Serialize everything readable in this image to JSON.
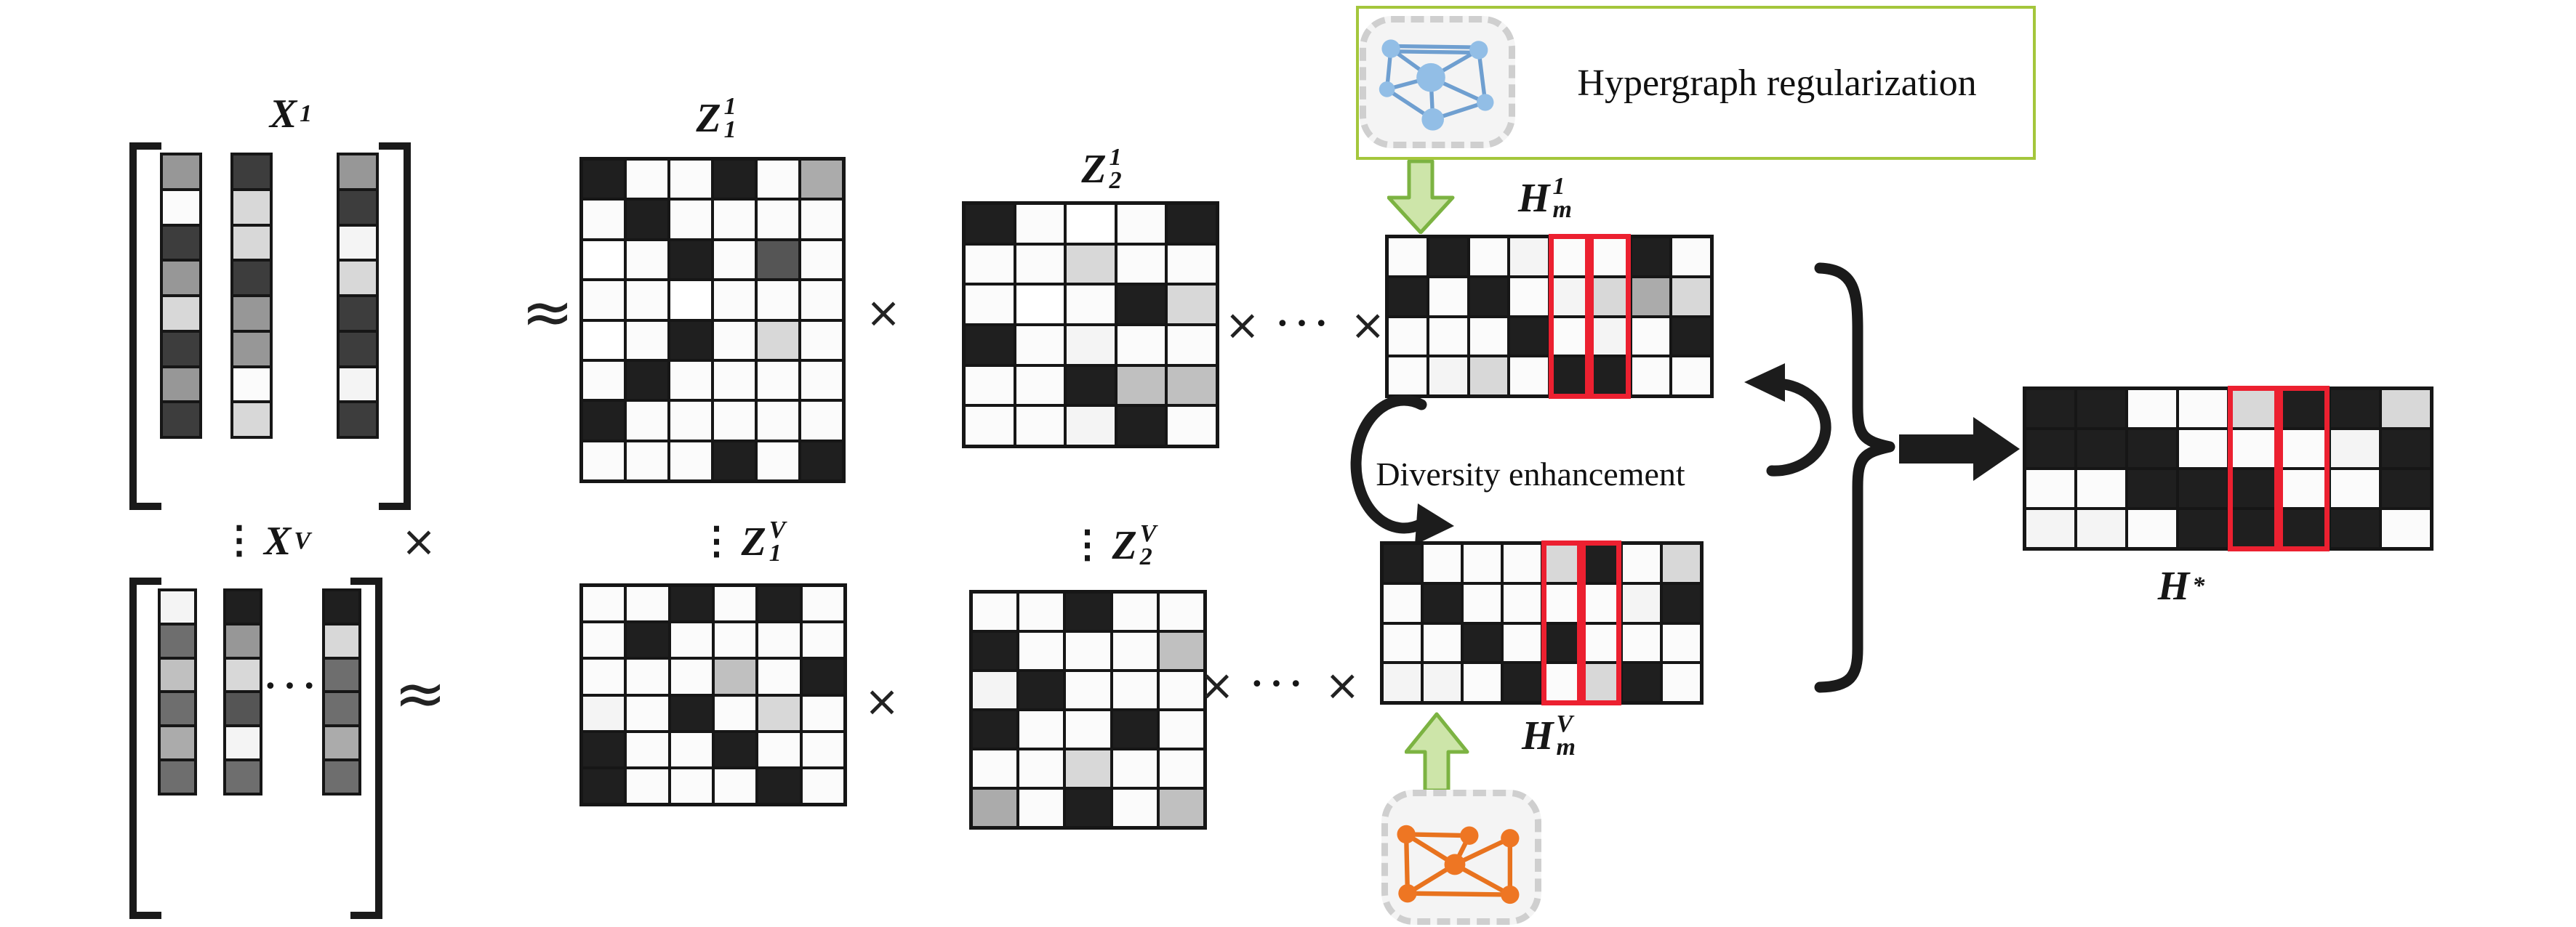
{
  "palette": {
    "K": "#1f1f1f",
    "W": "#ffffff",
    "w": "#fbfbfb",
    "f": "#f4f4f4",
    "d": "#d8d8d8",
    "c": "#c0c0c0",
    "b": "#ababab",
    "g": "#979797",
    "G": "#6e6e6e",
    "s": "#555555",
    "D": "#3d3d3d"
  },
  "ops": {
    "approx": "≈",
    "times": "×",
    "cdots": "•••",
    "vdots": "⋮",
    "coldots": "•••"
  },
  "texts": {
    "hypergraph_box": "Hypergraph regularization",
    "diversity": "Diversity enhancement"
  },
  "colors": {
    "highlight_red": "#ec2030",
    "box_green": "#a4c63c",
    "arrow_green_fill": "#cde5a9",
    "arrow_green_stroke": "#7cb342",
    "node_blue": "#92bee6",
    "node_orange": "#ee7623"
  },
  "labels": {
    "x1": {
      "base": "X",
      "sup": "1"
    },
    "xv": {
      "vdots": "⋮",
      "base": "X",
      "sup": "V"
    },
    "z11": {
      "base": "Z",
      "sup": "1",
      "sub": "1"
    },
    "z12": {
      "base": "Z",
      "sup": "1",
      "sub": "2"
    },
    "zv1": {
      "vdots": "⋮",
      "base": "Z",
      "sup": "V",
      "sub": "1"
    },
    "zv2": {
      "vdots": "⋮",
      "base": "Z",
      "sup": "V",
      "sub": "2"
    },
    "h1m": {
      "base": "H",
      "sup": "1",
      "sub": "m"
    },
    "hvm": {
      "base": "H",
      "sup": "V",
      "sub": "m"
    },
    "hstar": {
      "base": "H",
      "sup": "*"
    }
  },
  "matrices": {
    "x1": {
      "columns": [
        "gwDgdDgD",
        "DddDggwd",
        "gDfdDDfD"
      ]
    },
    "xv": {
      "columns": [
        "fGcGbG",
        "KgdsfG",
        "KdGGbG"
      ]
    },
    "z11": {
      "rows": [
        "KwwKwb",
        "wKwwww",
        "WwKwsw",
        "wwWwww",
        "WwKwdw",
        "wKwwww",
        "Kwwwww",
        "wwwKwK"
      ]
    },
    "z12": {
      "rows": [
        "KwWwK",
        "wwdww",
        "wWwKd",
        "Kwfww",
        "wwKcc",
        "wwfKw"
      ]
    },
    "zv1": {
      "rows": [
        "wwKwKw",
        "wKwwww",
        "wwwcwK",
        "fwKwdw",
        "KwwKww",
        "KwwwKw"
      ]
    },
    "zv2": {
      "rows": [
        "wwKww",
        "Kwwwc",
        "fKwww",
        "KwwKw",
        "wwdww",
        "bwKwc"
      ]
    },
    "h1m": {
      "rows": [
        "wKwfwwKw",
        "KwKwfdbd",
        "wwwKwfwK",
        "wfdwKKww"
      ],
      "red_cols": [
        5,
        6
      ]
    },
    "hvm": {
      "rows": [
        "KwwwdKwd",
        "wKwwwwfK",
        "wwKwKwww",
        "ffwKwdKw"
      ],
      "red_cols": [
        5,
        6
      ]
    },
    "hstar": {
      "rows": [
        "KKwwdKKd",
        "KKKwwwfK",
        "wwKKKwwK",
        "ffwKKKKw"
      ],
      "red_cols": [
        5,
        6
      ]
    }
  }
}
